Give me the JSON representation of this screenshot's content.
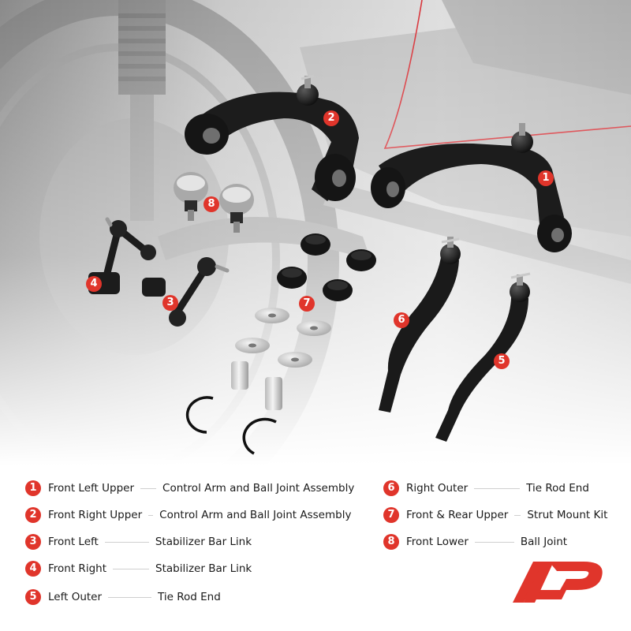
{
  "callouts": [
    "1",
    "2",
    "3",
    "4",
    "5",
    "6",
    "7",
    "8"
  ],
  "legend": [
    {
      "num": "1",
      "label": "Front Left Upper",
      "desc": "Control Arm and Ball Joint Assembly"
    },
    {
      "num": "2",
      "label": "Front Right Upper",
      "desc": "Control Arm and Ball Joint Assembly"
    },
    {
      "num": "3",
      "label": "Front Left",
      "desc": "Stabilizer Bar Link"
    },
    {
      "num": "4",
      "label": "Front Right",
      "desc": "Stabilizer Bar Link"
    },
    {
      "num": "5",
      "label": "Left Outer",
      "desc": "Tie Rod End"
    },
    {
      "num": "6",
      "label": "Right Outer",
      "desc": "Tie Rod End"
    },
    {
      "num": "7",
      "label": "Front & Rear Upper",
      "desc": "Strut Mount Kit"
    },
    {
      "num": "8",
      "label": "Front Lower",
      "desc": "Ball Joint"
    }
  ],
  "colors": {
    "accent": "#e0352b",
    "part": "#1c1c1c",
    "background": "#ffffff"
  },
  "logo_icon": "brand-logo-icon"
}
